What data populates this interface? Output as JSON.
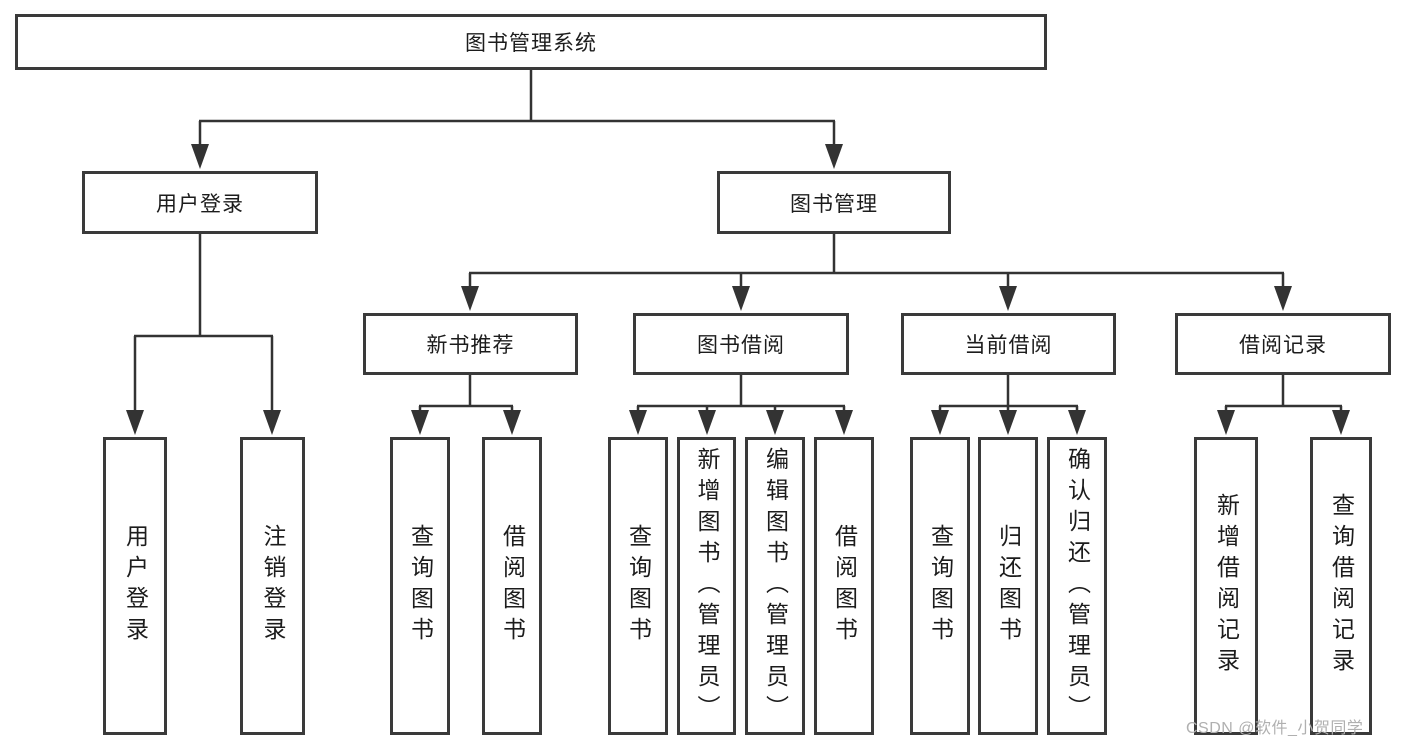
{
  "tree": {
    "label": "图书管理系统",
    "children": [
      {
        "label": "用户登录",
        "children": [
          {
            "label": "用户登录"
          },
          {
            "label": "注销登录"
          }
        ]
      },
      {
        "label": "图书管理",
        "children": [
          {
            "label": "新书推荐",
            "children": [
              {
                "label": "查询图书"
              },
              {
                "label": "借阅图书"
              }
            ]
          },
          {
            "label": "图书借阅",
            "children": [
              {
                "label": "查询图书"
              },
              {
                "label": "新增图书（管理员）"
              },
              {
                "label": "编辑图书（管理员）"
              },
              {
                "label": "借阅图书"
              }
            ]
          },
          {
            "label": "当前借阅",
            "children": [
              {
                "label": "查询图书"
              },
              {
                "label": "归还图书"
              },
              {
                "label": "确认归还（管理员）"
              }
            ]
          },
          {
            "label": "借阅记录",
            "children": [
              {
                "label": "新增借阅记录"
              },
              {
                "label": "查询借阅记录"
              }
            ]
          }
        ]
      }
    ]
  },
  "watermark": {
    "text": "CSDN @软件_小贺同学"
  },
  "colors": {
    "line": "#333333",
    "box_border": "#3a3a3a",
    "text": "#1c1c1c",
    "background": "#ffffff",
    "watermark": "#b0b0b0"
  }
}
